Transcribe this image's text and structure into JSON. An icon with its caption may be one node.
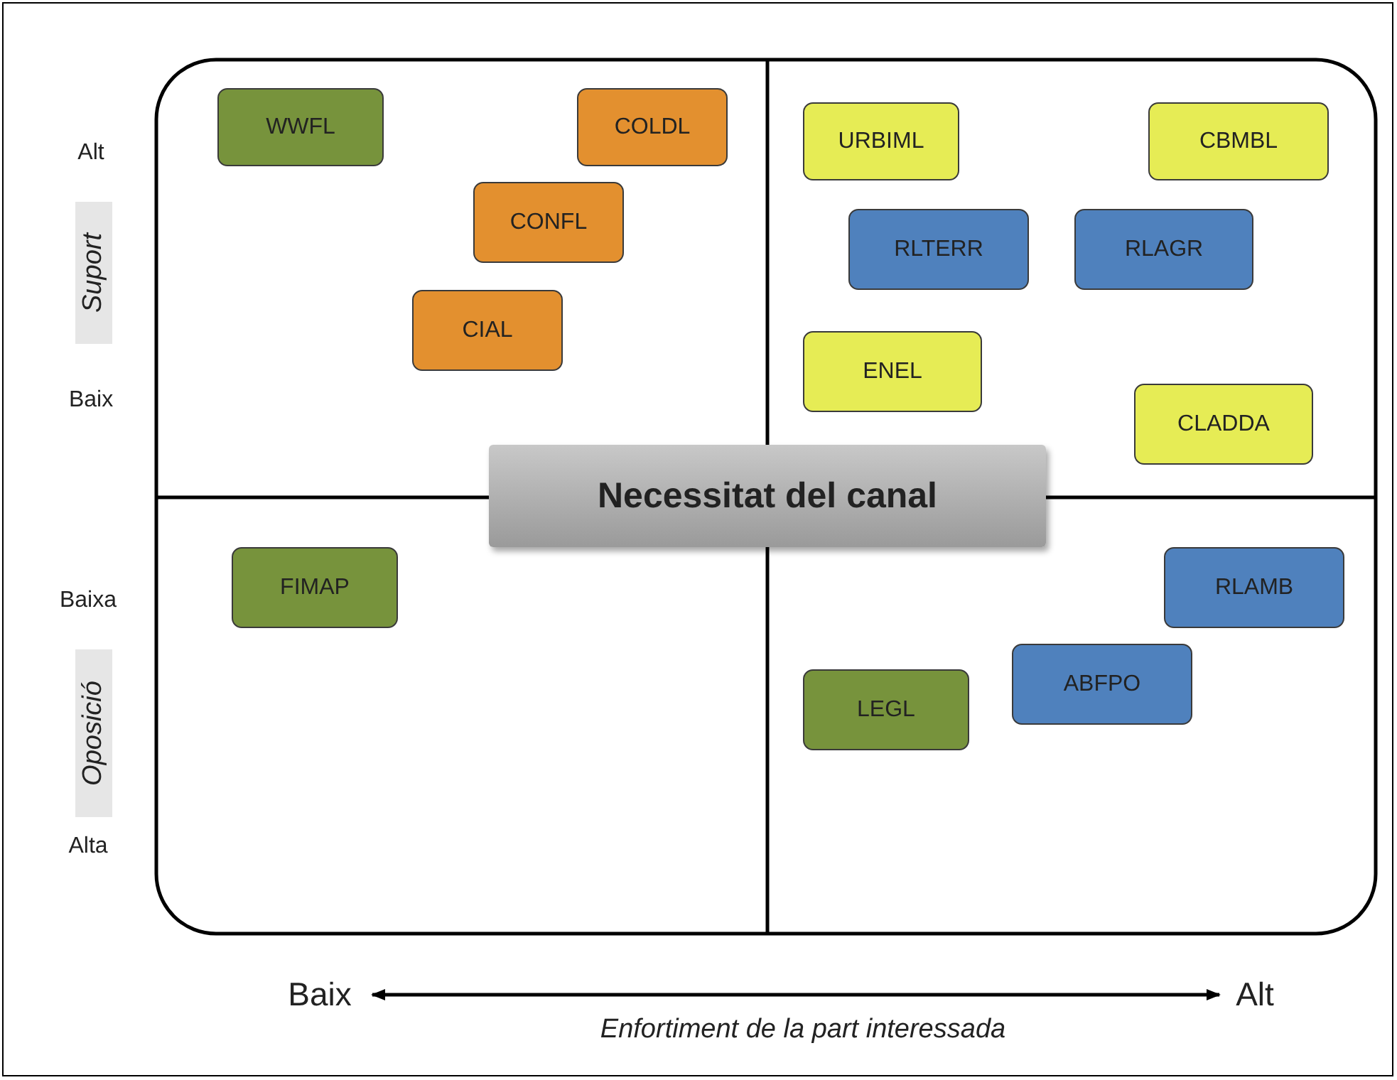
{
  "diagram": {
    "nodes": [
      {
        "text": [
          "WWFL"
        ]
      },
      {
        "text": [
          "COLDL"
        ]
      },
      {
        "text": [
          "URBIML"
        ]
      },
      {
        "text": [
          "CBMBL"
        ]
      },
      {
        "text": [
          "CONFL"
        ]
      },
      {
        "text": [
          "RLTERR"
        ]
      },
      {
        "text": [
          "RLAGR"
        ]
      },
      {
        "text": [
          "CIAL"
        ]
      },
      {
        "text": [
          "ENEL"
        ]
      },
      {
        "text": [
          "CLADDA"
        ]
      },
      {
        "text": [
          "Necessitat del canal"
        ]
      },
      {
        "text": [
          "FIMAP"
        ]
      },
      {
        "text": [
          "RLAMB"
        ]
      },
      {
        "text": [
          "ABFPO"
        ]
      },
      {
        "text": [
          "LEGL"
        ]
      }
    ],
    "edges": [],
    "labels": [
      "Alt",
      "Suport",
      "Baix",
      "Baixa",
      "Oposició",
      "Alta",
      "Baix",
      "Alt",
      "Enfortiment de la part interessada"
    ]
  }
}
